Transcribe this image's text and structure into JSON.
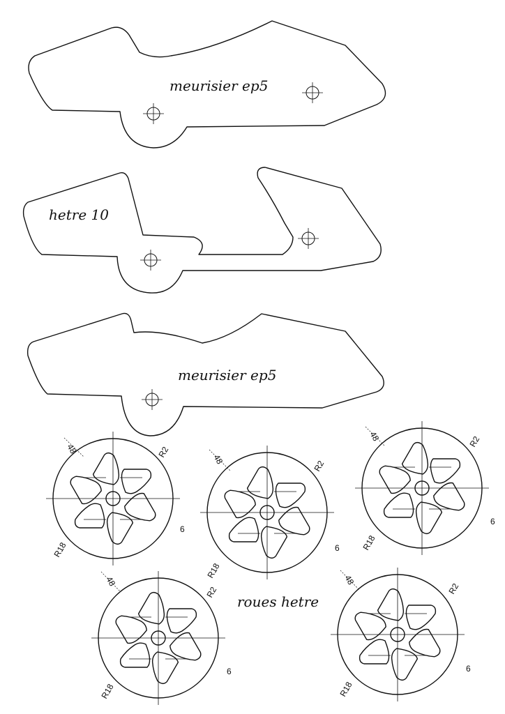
{
  "labels": {
    "part1": "meurisier ep5",
    "part2": "hetre 10",
    "part3": "meurisier ep5",
    "wheels": "roues hetre"
  },
  "dimensions": {
    "diameter": "48",
    "radius_small": "R2",
    "radius_large": "R18",
    "hole": "6"
  },
  "colors": {
    "ink": "#111111",
    "paper": "#ffffff"
  }
}
